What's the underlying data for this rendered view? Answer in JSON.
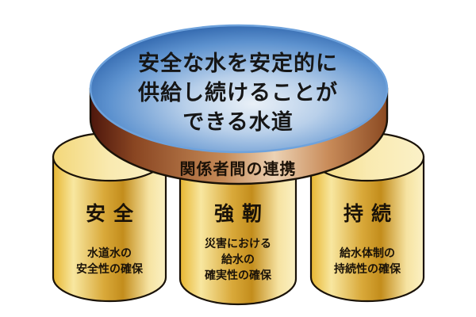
{
  "diagram": {
    "top_disk": {
      "lines": [
        "安全な水を安定的に",
        "供給し続けることが",
        "できる水道"
      ]
    },
    "band": {
      "label": "関係者間の連携"
    },
    "pillars": [
      {
        "title": "安全",
        "description": [
          "水道水の",
          "安全性の確保"
        ]
      },
      {
        "title": "強靭",
        "description": [
          "災害における",
          "給水の",
          "確実性の確保"
        ]
      },
      {
        "title": "持続",
        "description": [
          "給水体制の",
          "持続性の確保"
        ]
      }
    ],
    "colors": {
      "disk_blue_light": "#dbe8f6",
      "disk_blue_dark": "#2f6db5",
      "band_brown_dark": "#5a1e10",
      "band_brown_light": "#e8c9a8",
      "pillar_gold_light": "#fbf0b8",
      "pillar_gold_dark": "#c8951c",
      "outline": "#1a1208"
    }
  }
}
